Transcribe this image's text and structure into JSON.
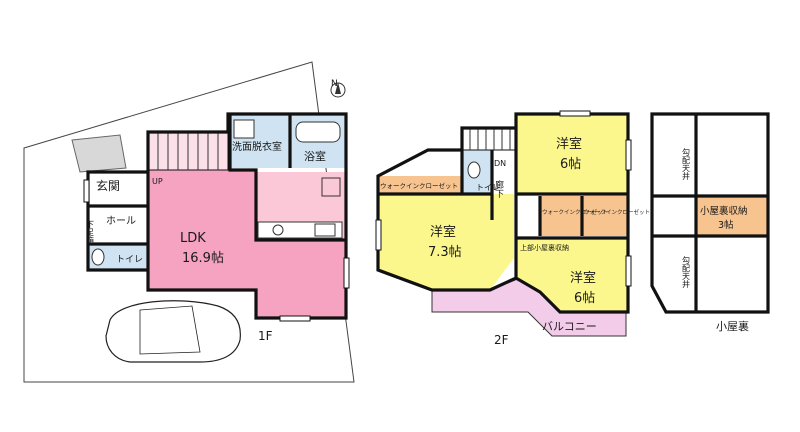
{
  "floors": {
    "f1": {
      "label": "1F",
      "rooms": {
        "ldk": {
          "name": "LDK",
          "size": "16.9帖"
        },
        "genkan": "玄関",
        "hall": "ホール",
        "shoebox": "下足箱",
        "toilet": "トイレ",
        "washroom": "洗面脱衣室",
        "bath": "浴室",
        "stair_up": "UP"
      }
    },
    "f2": {
      "label": "2F",
      "rooms": {
        "western_a": {
          "name": "洋室",
          "size": "7.3帖"
        },
        "western_b": {
          "name": "洋室",
          "size": "6帖"
        },
        "western_c": {
          "name": "洋室",
          "size": "6帖"
        },
        "walkin": "ウォークインクローゼット",
        "walkin_left": "ウォークインクローゼット",
        "walkin_right": "ウォークインクローゼット",
        "toilet": "トイレ",
        "corridor": "廊下",
        "stair_dn": "DN",
        "loft_storage_note": "上部小屋裏収納",
        "balcony": "バルコニー"
      }
    },
    "loft": {
      "label": "小屋裏",
      "rooms": {
        "storage": {
          "name": "小屋裏収納",
          "size": "3帖"
        },
        "slope_top": "勾配天井",
        "slope_bottom": "勾配天井"
      }
    }
  },
  "compass": "N",
  "colors": {
    "ldk": "#f5a3c0",
    "ldk_kitchen": "#fbc8d8",
    "bedroom": "#fbf78c",
    "closet": "#f7c48f",
    "wet": "#cfe3f2",
    "balcony": "#f3ccea",
    "loft_storage": "#f7c48f",
    "wall": "#111111"
  }
}
